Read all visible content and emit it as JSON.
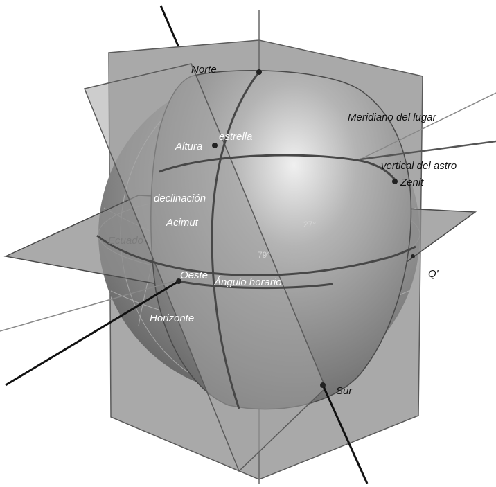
{
  "labels": {
    "norte": "Norte",
    "meridiano": "Meridiano del lugar",
    "estrella": "estrella",
    "altura": "Altura",
    "vertical": "vertical del astro",
    "zenit": "Zenit",
    "declinacion": "declinación",
    "acimut": "Acimut",
    "ecuador": "Ecuado",
    "deg27": "27°",
    "deg79": "79°",
    "q_prime": "Q'",
    "oeste": "Oeste",
    "angulo_horario": "Ángulo horario",
    "horizonte": "Horizonte",
    "sur": "Sur"
  },
  "colors": {
    "sphere_light": "#d9d9d9",
    "sphere_mid": "#9a9a9a",
    "sphere_dark": "#555555",
    "plane_fill": "#a6a6a6",
    "plane_edge": "#5a5a5a",
    "axis": "#111111",
    "great_circle": "#4a4a4a",
    "grid": "#bdbdbd"
  }
}
